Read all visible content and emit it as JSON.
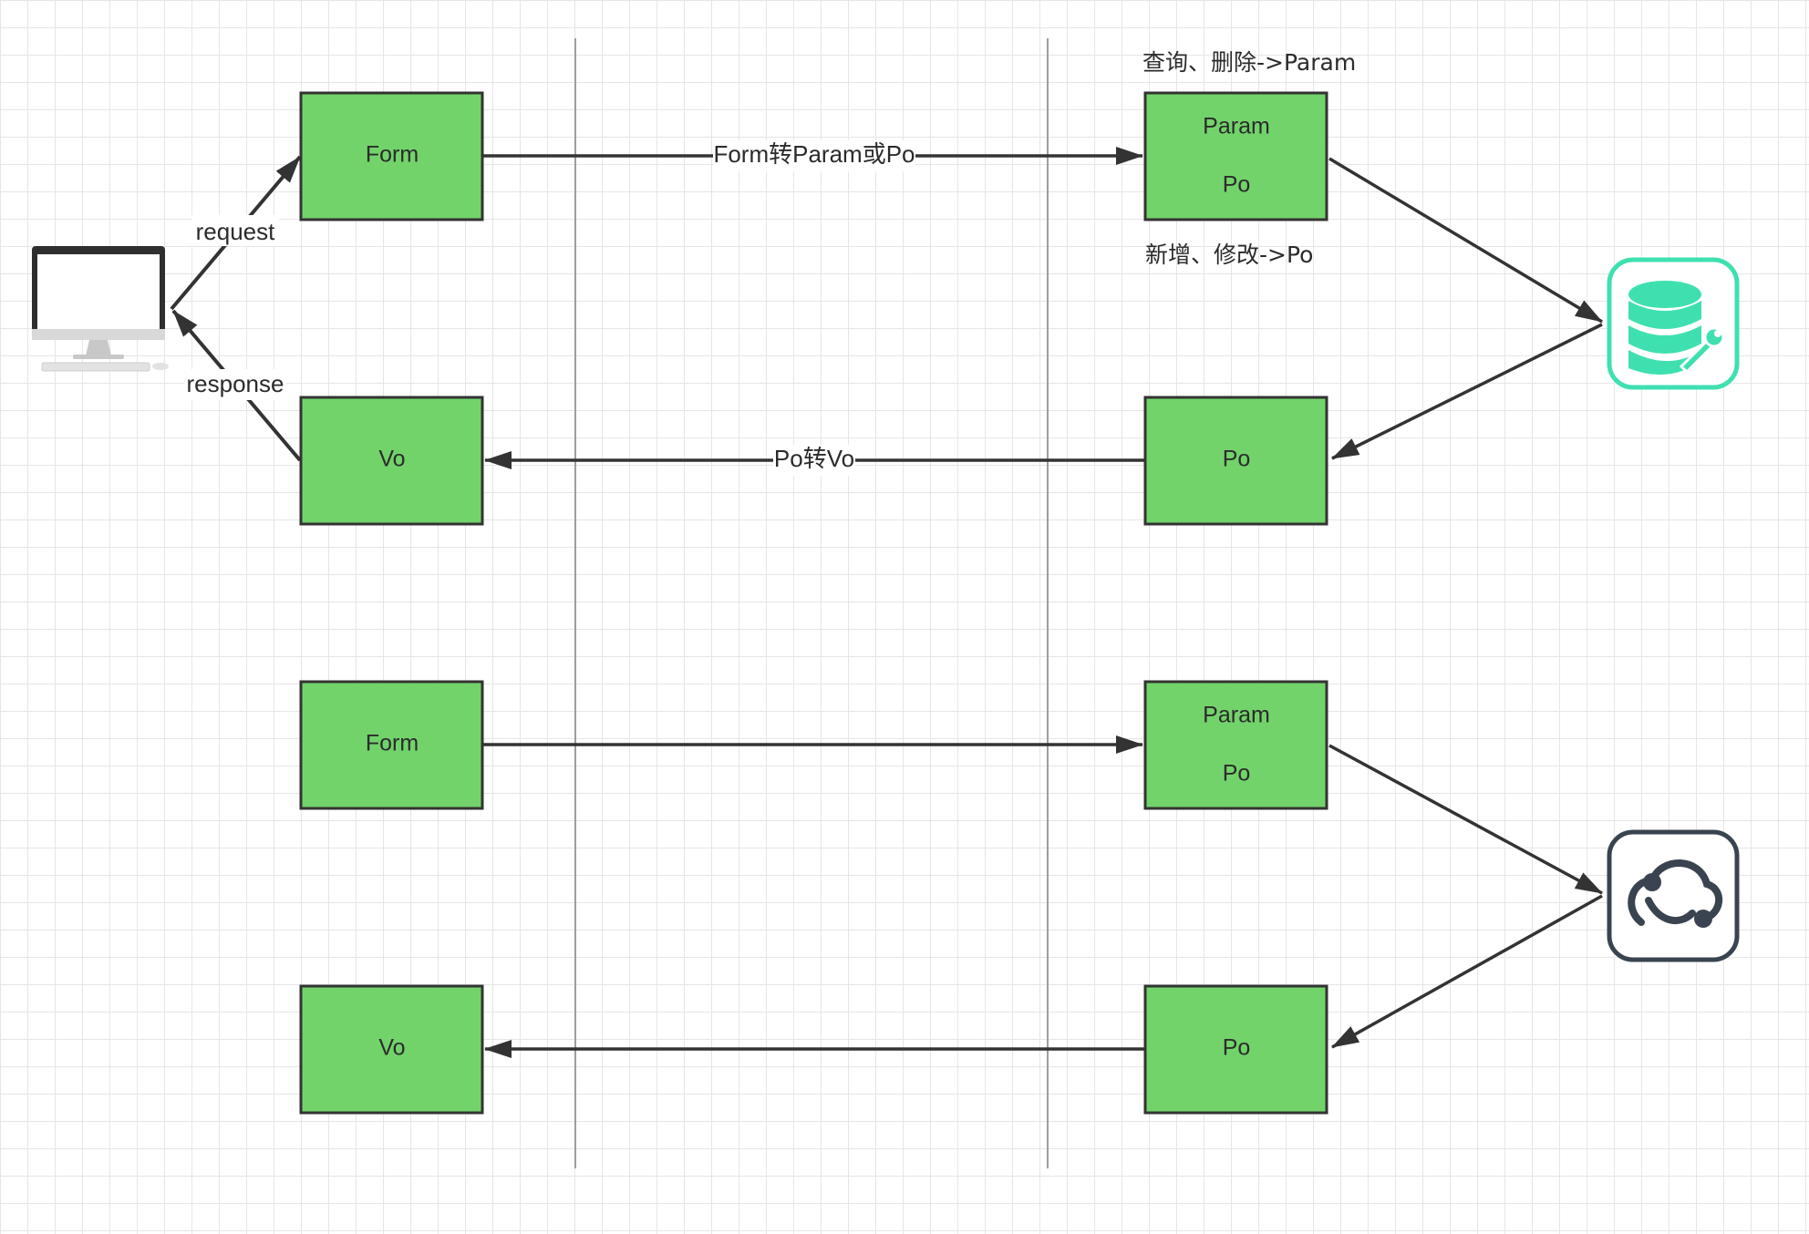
{
  "colors": {
    "box_fill": "#72d36b",
    "box_stroke": "#333333",
    "edge": "#333333",
    "lane": "#9e9e9e",
    "db_icon_accent": "#3fe0b0",
    "cloud_icon_accent": "#3a4450"
  },
  "icons": {
    "computer": "desktop-computer-icon",
    "database": "database-wrench-icon",
    "service": "cloud-service-icon"
  },
  "nodes": {
    "form_top": "Form",
    "vo_top": "Vo",
    "param_top": "Param",
    "param_top_po": "Po",
    "po_top": "Po",
    "form_bottom": "Form",
    "vo_bottom": "Vo",
    "param_bottom": "Param",
    "param_bottom_po": "Po",
    "po_bottom": "Po"
  },
  "edges": {
    "request": "request",
    "response": "response",
    "form_to_param": "Form转Param或Po",
    "po_to_vo": "Po转Vo"
  },
  "notes": {
    "query_delete": "查询、删除->Param",
    "add_update": "新增、修改->Po"
  }
}
